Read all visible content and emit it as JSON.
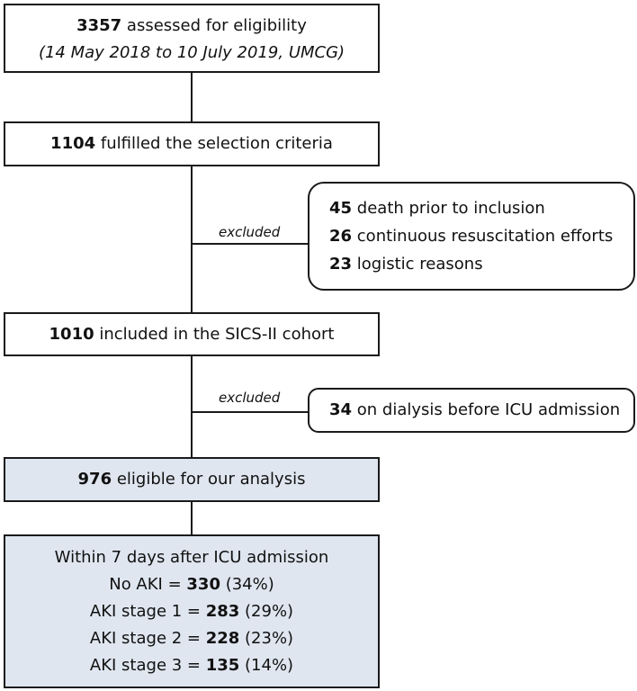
{
  "box1": {
    "count": "3357",
    "text": " assessed for eligibility",
    "subtitle": "(14 May 2018 to 10 July 2019, UMCG)"
  },
  "box2": {
    "count": "1104",
    "text": " fulfilled the selection criteria"
  },
  "excluded1": {
    "label": "excluded",
    "items": [
      {
        "count": "45",
        "text": " death prior to inclusion"
      },
      {
        "count": "26",
        "text": " continuous resuscitation efforts"
      },
      {
        "count": "23",
        "text": " logistic reasons"
      }
    ]
  },
  "box3": {
    "count": "1010",
    "text": " included in the SICS-II cohort"
  },
  "excluded2": {
    "label": "excluded",
    "count": "34",
    "text": " on dialysis before ICU admission"
  },
  "box4": {
    "count": "976",
    "text": " eligible for our analysis"
  },
  "box5": {
    "title": "Within 7 days after ICU admission",
    "rows": [
      {
        "label": "No AKI = ",
        "count": "330",
        "pct": " (34%)"
      },
      {
        "label": "AKI stage 1 = ",
        "count": "283",
        "pct": " (29%)"
      },
      {
        "label": "AKI stage 2 = ",
        "count": "228",
        "pct": " (23%)"
      },
      {
        "label": "AKI stage 3 = ",
        "count": "135",
        "pct": " (14%)"
      }
    ]
  }
}
